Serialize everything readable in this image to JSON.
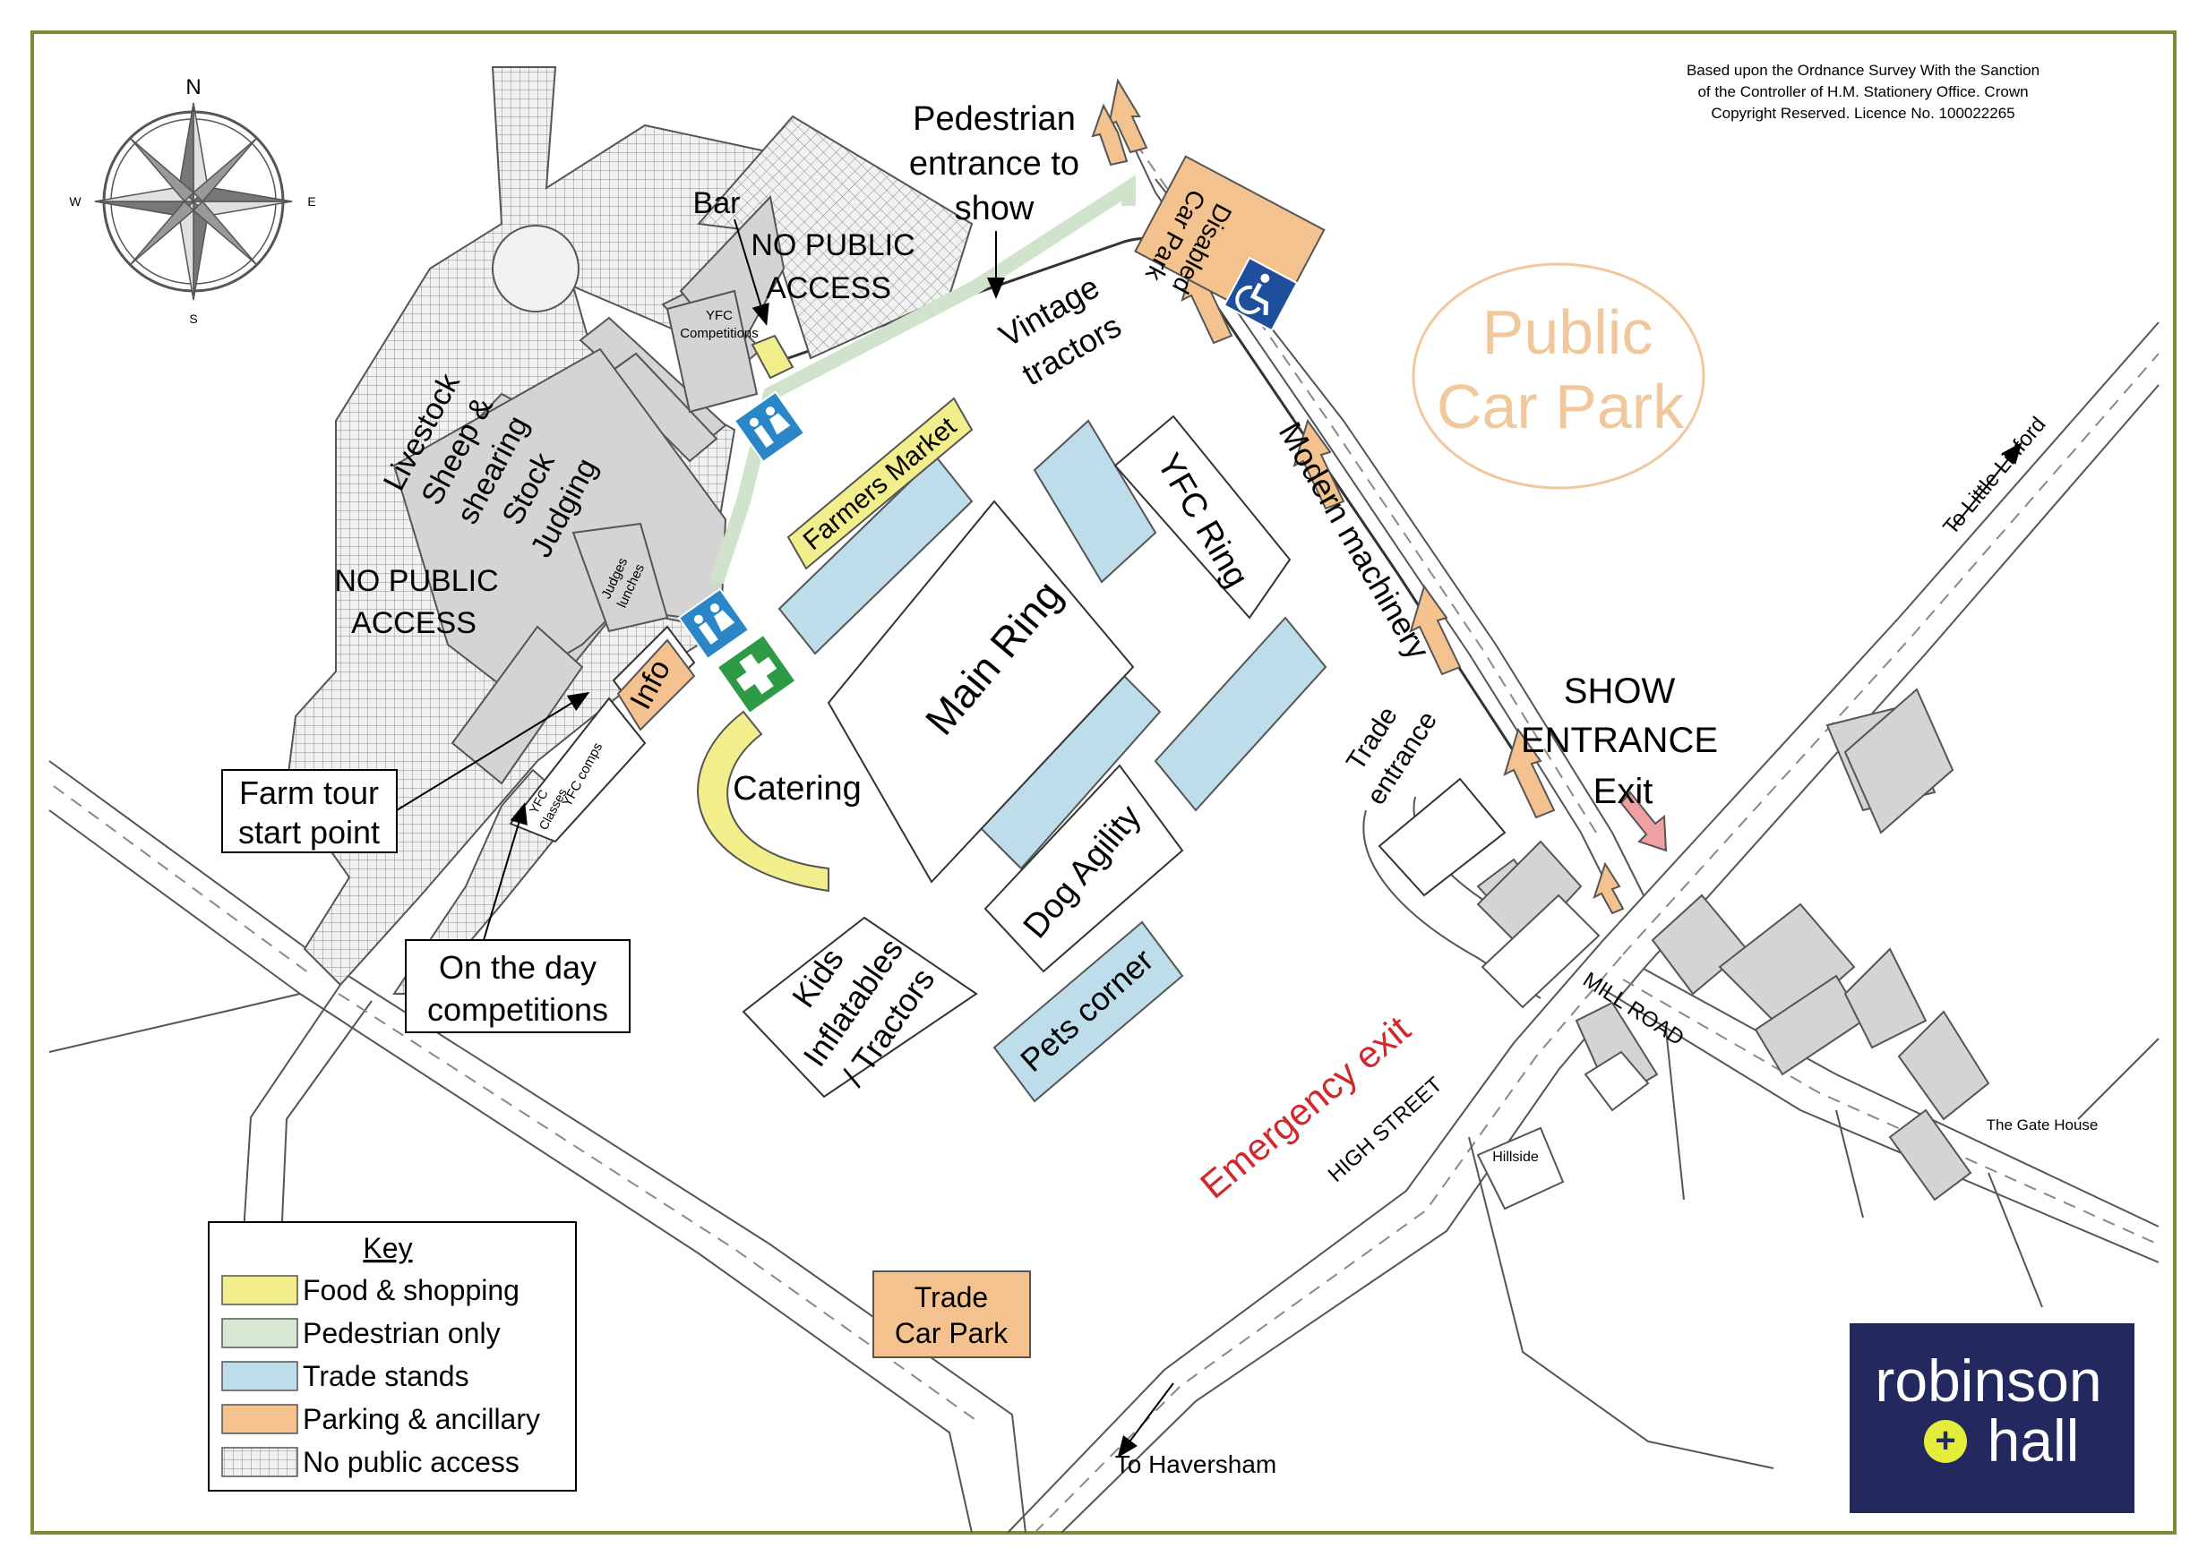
{
  "copyright": [
    "Based upon the Ordnance Survey  With the Sanction",
    "of the Controller of H.M. Stationery Office. Crown",
    "Copyright Reserved. Licence No. 100022265"
  ],
  "compass": {
    "n": "N",
    "s": "S",
    "e": "E",
    "w": "W"
  },
  "labels": {
    "pedestrian_entrance": [
      "Pedestrian",
      "entrance to",
      "show"
    ],
    "bar": "Bar",
    "no_public_access_top": [
      "NO PUBLIC",
      "ACCESS"
    ],
    "no_public_access_left": [
      "NO PUBLIC",
      "ACCESS"
    ],
    "yfc_competitions": [
      "YFC",
      "Competitions"
    ],
    "livestock": [
      "Livestock",
      "Sheep &",
      "shearing",
      "Stock",
      "Judging"
    ],
    "judges_lunches": [
      "Judges",
      "lunches"
    ],
    "info": "Info",
    "yfc_comps": "YFC comps",
    "yfc_classes": [
      "YFC",
      "Classes"
    ],
    "farmers_market": "Farmers Market",
    "vintage_tractors": [
      "Vintage",
      "tractors"
    ],
    "main_ring": "Main Ring",
    "yfc_ring": "YFC Ring",
    "modern_machinery": "Modern machinery",
    "catering": "Catering",
    "dog_agility": "Dog Agility",
    "pets_corner": "Pets corner",
    "kids": [
      "Kids",
      "Inflatables",
      "/ Tractors"
    ],
    "trade_entrance": [
      "Trade",
      "entrance"
    ],
    "show_entrance": [
      "SHOW",
      "ENTRANCE"
    ],
    "exit": "Exit",
    "emergency_exit": "Emergency exit",
    "disabled_car_park": [
      "Disabled",
      "Car Park"
    ],
    "public_car_park": [
      "Public",
      "Car Park"
    ],
    "to_little_linford": "To Little Linford",
    "to_haversham": "To Haversham",
    "high_street": "HIGH STREET",
    "mill_road": "MILL ROAD",
    "the_gate_house": "The Gate House",
    "hillside": "Hillside",
    "farm_tour": [
      "Farm tour",
      "start point"
    ],
    "on_the_day": [
      "On the day",
      "competitions"
    ],
    "trade_car_park": [
      "Trade",
      "Car Park"
    ]
  },
  "key": {
    "title": "Key",
    "items": [
      {
        "label": "Food & shopping",
        "color": "#f2ee8c"
      },
      {
        "label": "Pedestrian only",
        "color": "#d6e8d2"
      },
      {
        "label": "Trade stands",
        "color": "#bcdde9"
      },
      {
        "label": "Parking & ancillary",
        "color": "#f4c28e"
      },
      {
        "label": "No public access",
        "color": "hatch"
      }
    ]
  },
  "logo": {
    "line1": "robinson",
    "plus": "+",
    "line2": "hall",
    "bg": "#23285e",
    "accent": "#e4ee3a"
  },
  "colors": {
    "frame": "#7e8a3a",
    "food": "#f2ee8c",
    "pedestrian": "#cfe4cb",
    "trade": "#bcdde9",
    "parking": "#f4c28e",
    "grey": "#d4d4d4",
    "emergency": "#d0282d",
    "public_car_park": "#f0c89c"
  },
  "icons": [
    "compass-rose-icon",
    "toilets-icon",
    "first-aid-icon",
    "wheelchair-icon"
  ]
}
